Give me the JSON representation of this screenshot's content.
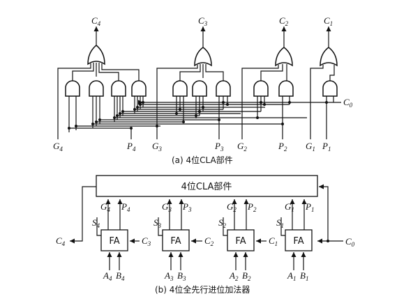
{
  "diagram_a": {
    "caption": "(a) 4位CLA部件",
    "carry_outputs": [
      {
        "base": "C",
        "sub": "4"
      },
      {
        "base": "C",
        "sub": "3"
      },
      {
        "base": "C",
        "sub": "2"
      },
      {
        "base": "C",
        "sub": "1"
      }
    ],
    "carry_input": {
      "base": "C",
      "sub": "0"
    },
    "inputs": [
      {
        "base": "G",
        "sub": "4"
      },
      {
        "base": "P",
        "sub": "4"
      },
      {
        "base": "G",
        "sub": "3"
      },
      {
        "base": "P",
        "sub": "3"
      },
      {
        "base": "G",
        "sub": "2"
      },
      {
        "base": "P",
        "sub": "2"
      },
      {
        "base": "G",
        "sub": "1"
      },
      {
        "base": "P",
        "sub": "1"
      }
    ]
  },
  "diagram_b": {
    "caption": "(b) 4位全先行进位加法器",
    "cla_box_label": "4位CLA部件",
    "fa_label": "FA",
    "carry_in": {
      "base": "C",
      "sub": "0"
    },
    "carry_out": {
      "base": "C",
      "sub": "4"
    },
    "stages": [
      {
        "G": "4",
        "P": "4",
        "S": "4",
        "A": "4",
        "B": "4",
        "Cin": "3"
      },
      {
        "G": "3",
        "P": "3",
        "S": "3",
        "A": "3",
        "B": "3",
        "Cin": "2"
      },
      {
        "G": "2",
        "P": "2",
        "S": "2",
        "A": "2",
        "B": "2",
        "Cin": "1"
      },
      {
        "G": "1",
        "P": "1",
        "S": "1",
        "A": "1",
        "B": "1",
        "Cin": "0"
      }
    ]
  }
}
